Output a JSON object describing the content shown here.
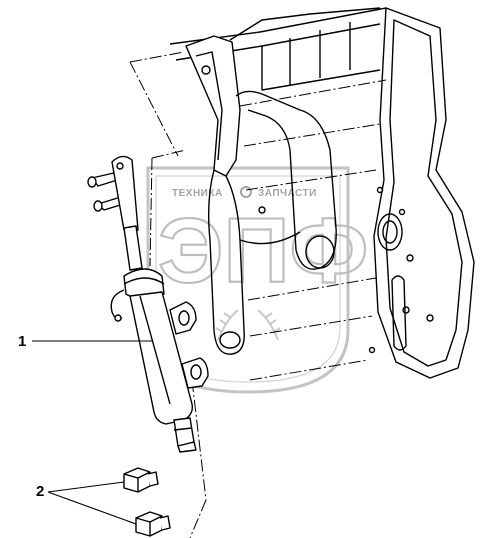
{
  "callouts": [
    {
      "id": "1",
      "label": "1"
    },
    {
      "id": "2",
      "label": "2"
    }
  ],
  "watermark": {
    "left_text": "ТЕХНИКА",
    "right_text": "ЗАПЧАСТИ",
    "big_text": "ЭПФ"
  },
  "colors": {
    "line": "#000000",
    "watermark": "#b0b0b0"
  }
}
